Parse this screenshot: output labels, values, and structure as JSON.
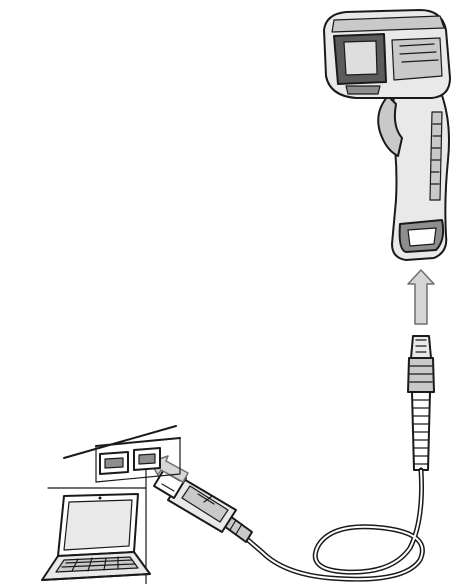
{
  "diagram": {
    "objects": [
      "scanner-icon",
      "usb-cable",
      "laptop-icon",
      "usb-port-panel"
    ],
    "arrows": [
      "connect-to-scanner-arrow",
      "connect-to-port-arrow"
    ],
    "colors": {
      "line": "#1a1a1a",
      "shade_light": "#e9e9e9",
      "shade_mid": "#c9c9c9",
      "shade_dark": "#8e8e8e",
      "arrow": "#d6d6d6"
    }
  }
}
